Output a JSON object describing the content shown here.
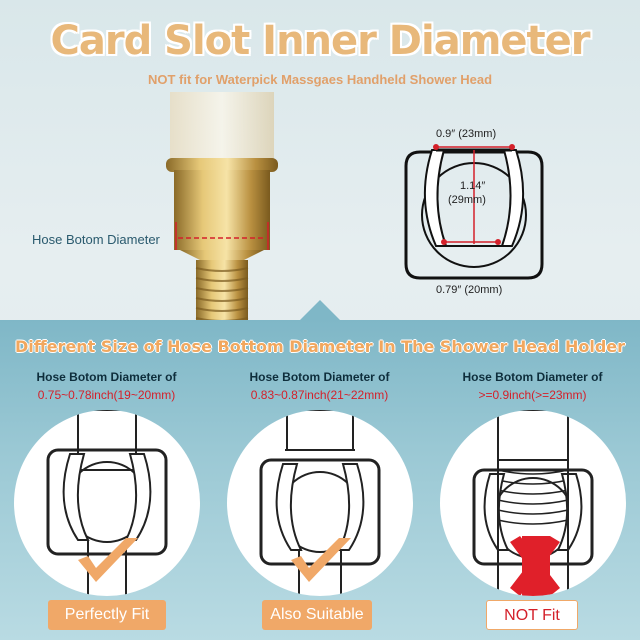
{
  "title": "Card Slot Inner Diameter",
  "subtitle": "NOT fit for Waterpick Massgaes Handheld Shower Head",
  "hose_label": "Hose Botom Diameter",
  "spec": {
    "top_width": "0.9″ (23mm)",
    "height_line1": "1.14″",
    "height_line2": "(29mm)",
    "bottom_width": "0.79″ (20mm)"
  },
  "section_title": "Different Size of Hose Bottom Diameter In The Shower Head Holder",
  "columns": [
    {
      "label": "Hose Botom Diameter of",
      "range": "0.75~0.78inch(19~20mm)",
      "badge": "Perfectly Fit",
      "status": "fit"
    },
    {
      "label": "Hose Botom Diameter of",
      "range": "0.83~0.87inch(21~22mm)",
      "badge": "Also Suitable",
      "status": "fit"
    },
    {
      "label": "Hose Botom Diameter of",
      "range": ">=0.9inch(>=23mm)",
      "badge": "NOT Fit",
      "status": "no"
    }
  ],
  "colors": {
    "accent": "#f0a868",
    "title": "#e8b87a",
    "alert": "#d4202a",
    "brass": "#c9a24a",
    "panel": "#8fc1cf"
  }
}
